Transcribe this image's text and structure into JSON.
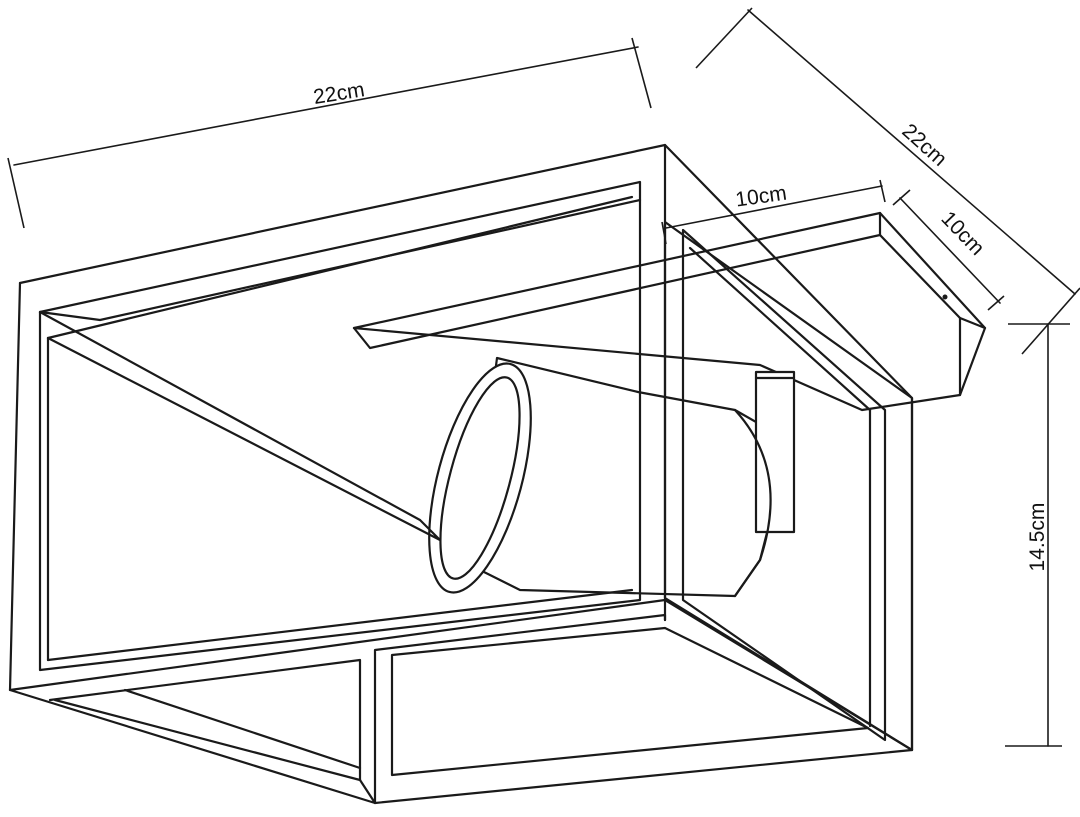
{
  "dimensions": {
    "top_width": "22cm",
    "side_depth": "22cm",
    "plate_width": "10cm",
    "plate_depth": "10cm",
    "height": "14.5cm"
  },
  "colors": {
    "line": "#1a1a1a",
    "background": "#ffffff"
  }
}
